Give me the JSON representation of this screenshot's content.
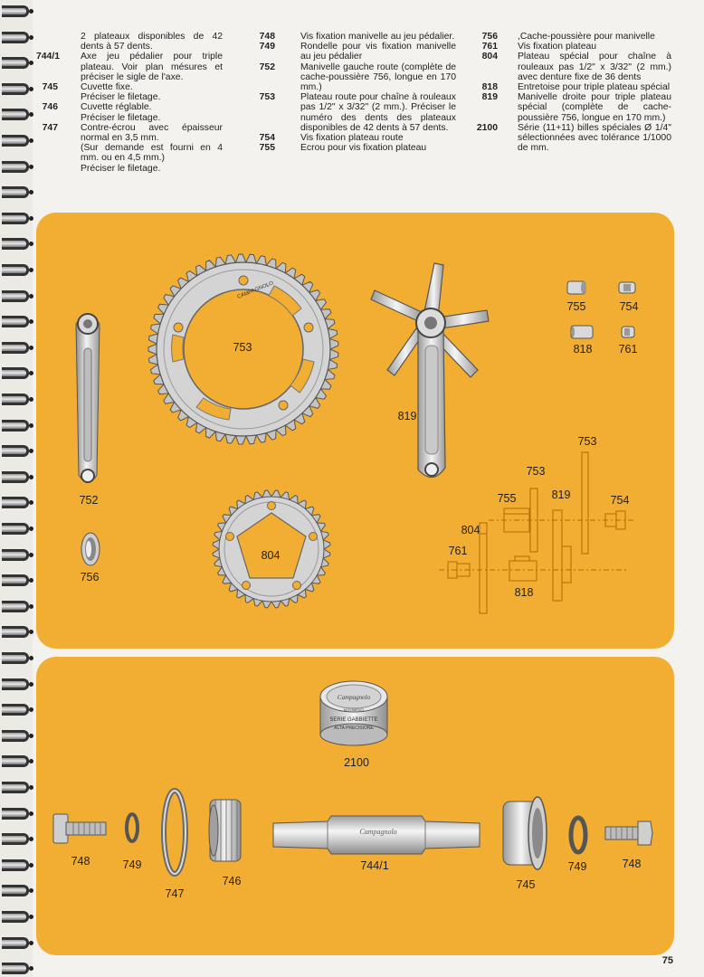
{
  "legend": {
    "col1": [
      {
        "num": "",
        "text": "2 plateaux disponibles de 42 dents à 57 dents."
      },
      {
        "num": "744/1",
        "text": "Axe jeu pédalier pour triple plateau. Voir plan mésures et préciser le sigle de l'axe."
      },
      {
        "num": "745",
        "text": "Cuvette fixe."
      },
      {
        "num": "",
        "text": "Préciser le filetage."
      },
      {
        "num": "746",
        "text": "Cuvette réglable."
      },
      {
        "num": "",
        "text": "Préciser le filetage."
      },
      {
        "num": "747",
        "text": "Contre-écrou avec épaisseur normal en 3,5 mm."
      },
      {
        "num": "",
        "text": "(Sur demande est fourni en 4 mm. ou en 4,5 mm.)"
      },
      {
        "num": "",
        "text": "Préciser le filetage."
      }
    ],
    "col2": [
      {
        "num": "748",
        "text": "Vis fixation manivelle au jeu pédalier."
      },
      {
        "num": "749",
        "text": "Rondelle pour vis fixation manivelle au jeu pédalier"
      },
      {
        "num": "752",
        "text": "Manivelle gauche route (complète de cache-poussière 756, longue en 170 mm.)"
      },
      {
        "num": "753",
        "text": "Plateau route pour chaîne à rouleaux pas 1/2\" x 3/32\" (2 mm.). Préciser le numéro des dents des plateaux disponibles de 42 dents à 57 dents."
      },
      {
        "num": "754",
        "text": "Vis fixation plateau route"
      },
      {
        "num": "755",
        "text": "Ecrou pour vis fixation plateau"
      }
    ],
    "col3": [
      {
        "num": "756",
        "text": ",Cache-poussière pour manivelle"
      },
      {
        "num": "761",
        "text": "Vis fixation plateau"
      },
      {
        "num": "804",
        "text": "Plateau spécial pour chaîne à rouleaux pas 1/2\" x 3/32\" (2 mm.) avec denture fixe de 36 dents"
      },
      {
        "num": "818",
        "text": "Entretoise pour triple plateau spécial"
      },
      {
        "num": "819",
        "text": "Manivelle droite pour triple plateau spécial (complète de cache-poussière 756, longue en 170 mm.)"
      },
      {
        "num": "2100",
        "text": "Série (11+11) billes spéciales Ø 1/4\" sélectionnées avec tolérance 1/1000 de mm."
      }
    ]
  },
  "panel_top_labels": {
    "l752": "752",
    "l756": "756",
    "l753": "753",
    "l804": "804",
    "l819": "819",
    "l755": "755",
    "l754": "754",
    "l818": "818",
    "l761": "761",
    "d753a": "753",
    "d753b": "753",
    "d755": "755",
    "d819": "819",
    "d754": "754",
    "d804": "804",
    "d761": "761",
    "d818": "818"
  },
  "panel_bottom_labels": {
    "l2100": "2100",
    "l748a": "748",
    "l749a": "749",
    "l747": "747",
    "l746": "746",
    "l7441": "744/1",
    "l745": "745",
    "l749b": "749",
    "l748b": "748"
  },
  "stamps": {
    "chainring_brand": "CAMPAGNOLO",
    "tin_brand": "Campagnolo",
    "tin_text1": "SERIE GABBIETTE",
    "tin_text2": "ALTA PRECISIONE",
    "tin_text3": "MOVIMENTI"
  },
  "colors": {
    "panel": "#f2ae32",
    "metal_light": "#e6e6e6",
    "metal_dark": "#8c8c8c",
    "diagram_line": "#b36a00"
  },
  "page_number": "75"
}
